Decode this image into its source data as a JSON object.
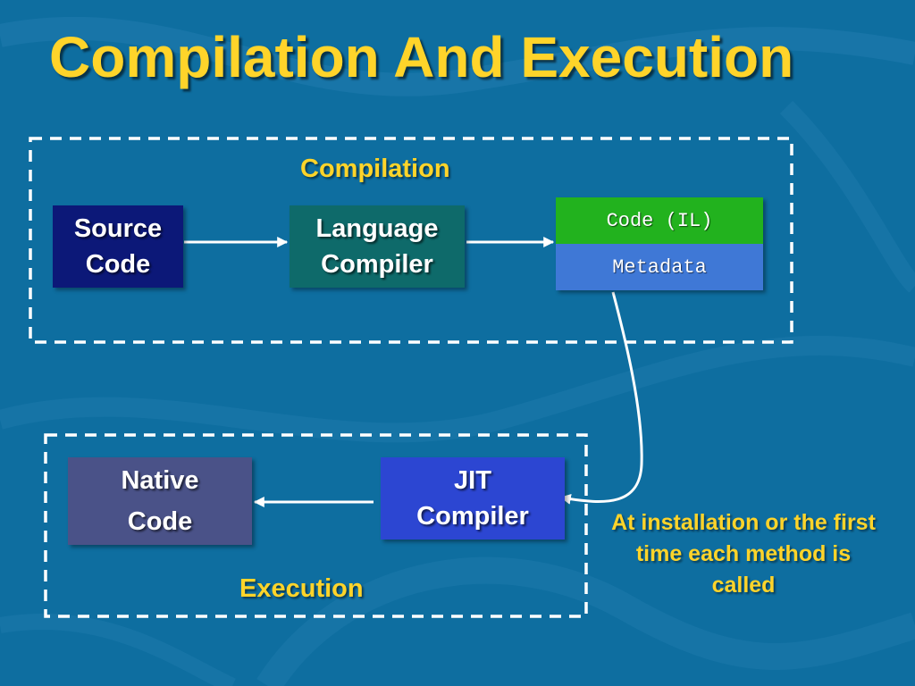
{
  "slide": {
    "title": "Compilation And Execution"
  },
  "compilation": {
    "label": "Compilation",
    "source_code": [
      "Source",
      "Code"
    ],
    "language_compiler": [
      "Language",
      "Compiler"
    ],
    "il_code": "Code (IL)",
    "metadata": "Metadata"
  },
  "execution": {
    "label": "Execution",
    "jit_compiler": [
      "JIT",
      "Compiler"
    ],
    "native_code": [
      "Native",
      "Code"
    ]
  },
  "note": "At installation or the first time each method is called",
  "colors": {
    "background": "#0e6ea0",
    "title": "#ffd42a",
    "source_box": "#0c1878",
    "language_compiler_box": "#0e6a6a",
    "il_code": "#22b21e",
    "metadata": "#3f78d6",
    "jit_box": "#2c46d2",
    "native_box": "#4a5288"
  }
}
